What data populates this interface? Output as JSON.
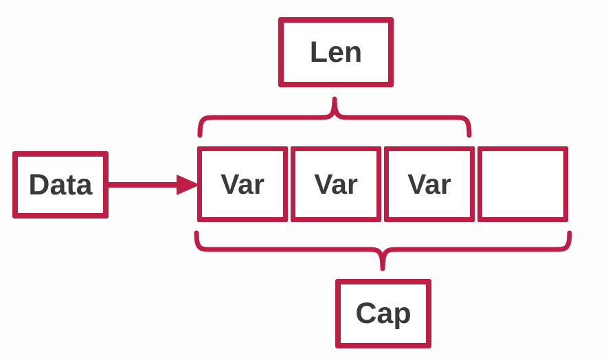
{
  "colors": {
    "accent": "#bd1e45",
    "text": "#3a3a3a",
    "background": "#fdfdfd"
  },
  "boxes": {
    "len": "Len",
    "data": "Data",
    "cap": "Cap"
  },
  "array": {
    "cells": [
      {
        "label": "Var"
      },
      {
        "label": "Var"
      },
      {
        "label": "Var"
      },
      {
        "label": ""
      }
    ]
  },
  "connectors": {
    "len_brace": "brace spanning first three cells, peak pointing up to Len box",
    "cap_brace": "brace spanning all four cells, peak pointing down to Cap box",
    "data_arrow": "arrow from Data box to first cell"
  }
}
